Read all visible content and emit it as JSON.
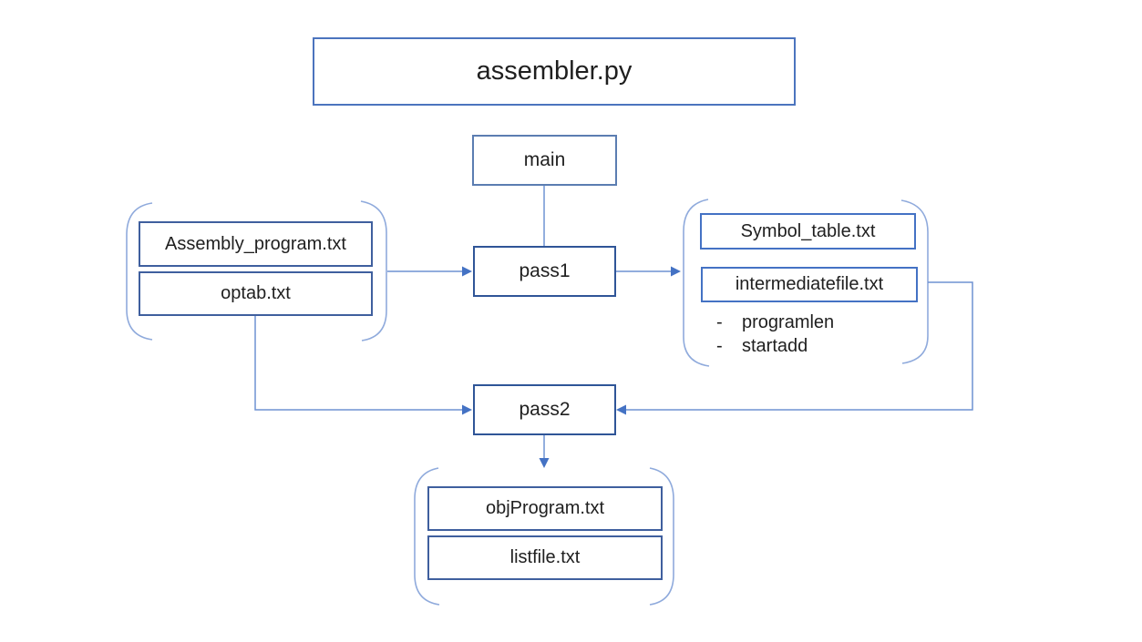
{
  "colors": {
    "background": "#FFFFFF",
    "box_border": "#4472C4",
    "pass_box_border": "#2F5597",
    "main_box_border": "#5B7DB1",
    "bracket": "#8FAADC",
    "connector_line": "#6F92D2",
    "arrowhead": "#4472C4",
    "text": "#1F1F1F"
  },
  "nodes": {
    "assembler": {
      "label": "assembler.py"
    },
    "main": {
      "label": "main"
    },
    "pass1": {
      "label": "pass1"
    },
    "pass2": {
      "label": "pass2"
    }
  },
  "groups": {
    "inputs": {
      "files": [
        "Assembly_program.txt",
        "optab.txt"
      ]
    },
    "pass1_outputs": {
      "files": [
        "Symbol_table.txt",
        "intermediatefile.txt"
      ],
      "bullet_marker": "-",
      "bullets": [
        "programlen",
        "startadd"
      ]
    },
    "pass2_outputs": {
      "files": [
        "objProgram.txt",
        "listfile.txt"
      ]
    }
  }
}
